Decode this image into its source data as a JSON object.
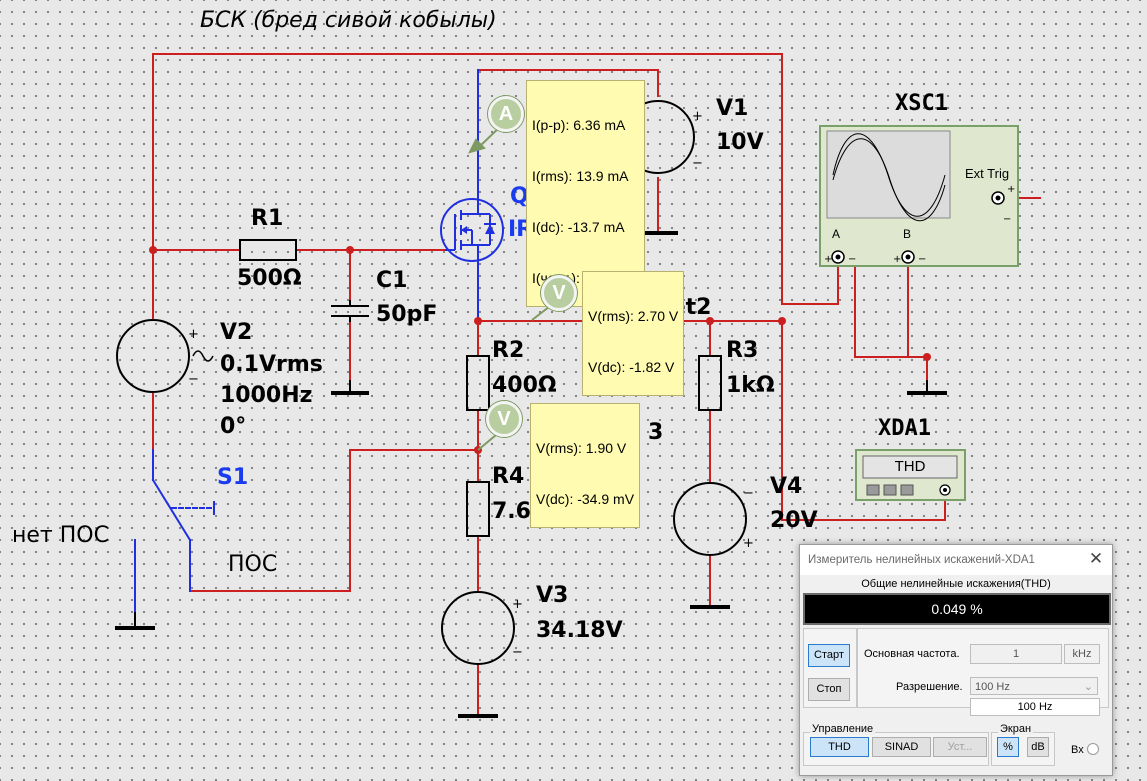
{
  "title": "БСК (бред сивой кобылы)",
  "components": {
    "r1": {
      "ref": "R1",
      "value": "500Ω"
    },
    "c1": {
      "ref": "C1",
      "value": "50pF"
    },
    "v2": {
      "ref": "V2",
      "line1": "0.1Vrms",
      "line2": "1000Hz",
      "line3": "0°"
    },
    "s1": {
      "ref": "S1"
    },
    "q1": {
      "ref": "Q1",
      "part": "IRF7470"
    },
    "v1": {
      "ref": "V1",
      "value": "10V"
    },
    "r2": {
      "ref": "R2",
      "value": "400Ω"
    },
    "r3": {
      "ref": "R3",
      "value": "1kΩ"
    },
    "r4": {
      "ref": "R4",
      "value": "7.68kΩ"
    },
    "v3": {
      "ref": "V3",
      "value": "34.18V"
    },
    "v4": {
      "ref": "V4",
      "value": "20V"
    },
    "xsc1": {
      "ref": "XSC1",
      "ext_trig": "Ext Trig",
      "ch_a": "A",
      "ch_b": "B"
    },
    "xda1": {
      "ref": "XDA1",
      "display": "THD"
    }
  },
  "labels": {
    "no_feedback": "нет ПОС",
    "feedback": "ПОС",
    "hidden_net1": "net 3net2",
    "hidden_net2": "3"
  },
  "probes": {
    "ammeter": {
      "symbol": "A",
      "lines": [
        "I(p-p): 6.36 mA",
        "I(rms): 13.9 mA",
        "I(dc): -13.7 mA",
        "I(част.): 1.00 kHz"
      ]
    },
    "probe_drain": {
      "symbol": "V",
      "lines": [
        "V(rms): 2.70 V",
        "V(dc): -1.82 V"
      ]
    },
    "probe_source": {
      "symbol": "V",
      "lines": [
        "V(rms): 1.90 V",
        "V(dc): -34.9 mV"
      ]
    }
  },
  "distortion_dialog": {
    "title": "Измеритель нелинейных искажений-XDA1",
    "close": "✕",
    "caption": "Общие нелинейные искажения(THD)",
    "readout": "0.049 %",
    "start": "Старт",
    "stop": "Стоп",
    "fund_freq_label": "Основная частота.",
    "fund_freq_value": "1",
    "fund_freq_unit": "kHz",
    "resolution_label": "Разрешение.",
    "resolution_select": "100 Hz",
    "resolution_value": "100 Hz",
    "control_label": "Управление",
    "btn_thd": "THD",
    "btn_sinad": "SINAD",
    "btn_setup": "Уст...",
    "display_label": "Экран",
    "btn_percent": "%",
    "btn_db": "dB",
    "input_label": "Вх"
  },
  "colors": {
    "wire_red": "#cc2020",
    "wire_blue": "#2030e0",
    "accent_blue": "#1a3cf0",
    "tooltip": "#fffbb0",
    "probe": "#b9cea0"
  }
}
